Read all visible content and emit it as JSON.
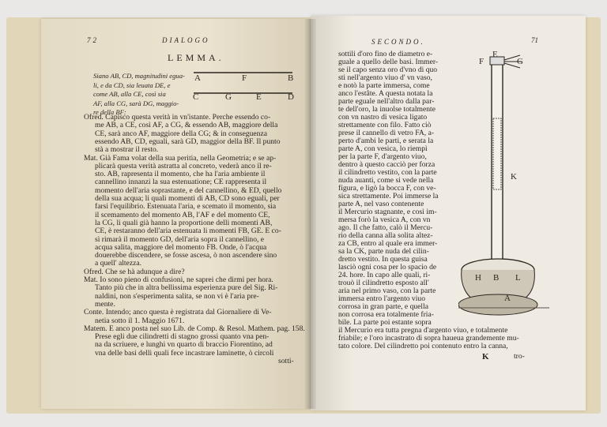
{
  "left_page": {
    "page_number": "72",
    "running_head": "DIALOGO",
    "title": "LEMMA.",
    "lemma_lines": [
      "Siano AB, CD, magnitudini egua-",
      "li, e da CD, sia leuata DE, e",
      "come AB, alla CE, così sia",
      "AF, alla CG, sarà DG, maggio-",
      "re della BF:"
    ],
    "diagram_labels_top": [
      "A",
      "F",
      "B"
    ],
    "diagram_labels_bottom": [
      "C",
      "G",
      "E",
      "D"
    ],
    "lines": [
      "Ofred. Capisco questa verità in vn'istante. Perche essendo co-",
      "me AB, a CE, così AF, a CG, & essendo AB, maggiore della",
      "CE, sarà anco AF, maggiore della CG; & in conseguenza",
      "essendo AB, CD, eguali, sarà GD, maggior della BF. Il punto",
      "stà a mostrar il resto.",
      "Mat. Già Fama volat della sua peritia, nella Geometria; e se ap-",
      "plicarà questa verità astratta al concreto, vederà anco il re-",
      "sto. AB, rapresenta il momento, che ha l'aria ambiente il",
      "cannellino innanzi la sua estenuatione; CE rappresenta il",
      "momento dell'aria soprastante, e del cannellino, & ED, quello",
      "della sua acqua; li quali momenti di AB, CD sono eguali, per",
      "farsi l'equilibrio. Estenuata l'aria, e scemato il momento, sia",
      "il scemamento del momento AB, l'AF e del momento CE,",
      "la CG, li quali già hanno la proportione delli momenti AB,",
      "CE, è restaranno dell'aria estenuata li momenti FB, GE. E co-",
      "sì rimarà il momento GD, dell'aria sopra il cannellino, e",
      "acqua salita, maggiore del momento FB. Onde, ò l'acqua",
      "douerebbe discendere, se fosse ascesa, ò non ascendere sino",
      "a quell' altezza.",
      "Ofred. Che se hà adunque a dire?",
      "Mat. Io sono pieno di confusioni, ne saprei che dirmi per hora.",
      "Tanto più che in altra bellissima esperienza pure del Sig. Ri-",
      "naldini, non s'esperimenta salita, se non vi è l'aria pre-",
      "mente.",
      "Conte. Intendo; anco questa è registrata dal Giornaliere di Ve-",
      "netia sotto il 1. Maggio 1671.",
      "Matem. E anco posta nel suo Lib. de Comp. & Resol. Mathem. pag. 158.",
      "Prese egli due cilindretti di stagno grossi quanto vna pen-",
      "na da scriuere, e lunghi vn quarto di braccio Fiorentino, ad",
      "vna delle basi delli quali fece incastrare laminette, ò circoli",
      "sotti-"
    ]
  },
  "right_page": {
    "running_head": "SECONDO.",
    "page_number": "71",
    "lines": [
      "sottili d'oro fino de diametro e-",
      "guale a quello delle basi. Immer-",
      "se il capo senza oro d'vno di quo",
      "sti nell'argento viuo d' vn vaso,",
      "e notò la parte immersa, come",
      "anco l'estâte. A questa notata la",
      "parte eguale nell'altro dalla par-",
      "te dell'oro, la inuolse totalmente",
      "con vn nastro di vesica ligato",
      "strettamente con filo. Fatto ciò",
      "prese il cannello di vetro FA, a-",
      "perto d'ambi le parti, e serata la",
      "parte A, con vesica, lo riempì",
      "per la parte F, d'argento viuo,",
      "dentro à questo cacciò per forza",
      "il cilindretto vestito, con la parte",
      "nuda auanti, come si vede nella",
      "figura, e ligò la bocca F, con ve-",
      "sica strettamente. Poi immerse la",
      "parte A, nel vaso contenente",
      "il Mercurio stagnante, e così im-",
      "mersa forò la vesica A, con vn",
      "ago. Il che fatto, calò il Mercu-",
      "rio della canna alla solita altez-",
      "za CB, entro al quale era immer-",
      "sa la CK, parte nuda del cilin-",
      "dretto vestito. In questa guisa",
      "lasciò ogni cosa per lo spacio de",
      "24. hore. In capo alle quali, ri-",
      "trouò il cilindretto esposto all'",
      "aria nel primo vaso, con la parte",
      "immersa entro l'argento viuo",
      "corrosa in gran parte, e quella",
      "non corrosa era totalmente fria-",
      "bile. La parte poi estante sopra",
      "il Mercurio era tutta pregna d'argento viuo, e totalmente",
      "friabile; e l'oro incastrato di sopra haueua grandemente mu-",
      "tato colore. Del cilindretto poi contenuto entro la canna,"
    ],
    "catchword": "tro-",
    "signature": "K",
    "figure_labels": {
      "E": "E",
      "F": "F",
      "G": "G",
      "K": "K",
      "H": "H",
      "B": "B",
      "L": "L",
      "A": "A"
    }
  }
}
